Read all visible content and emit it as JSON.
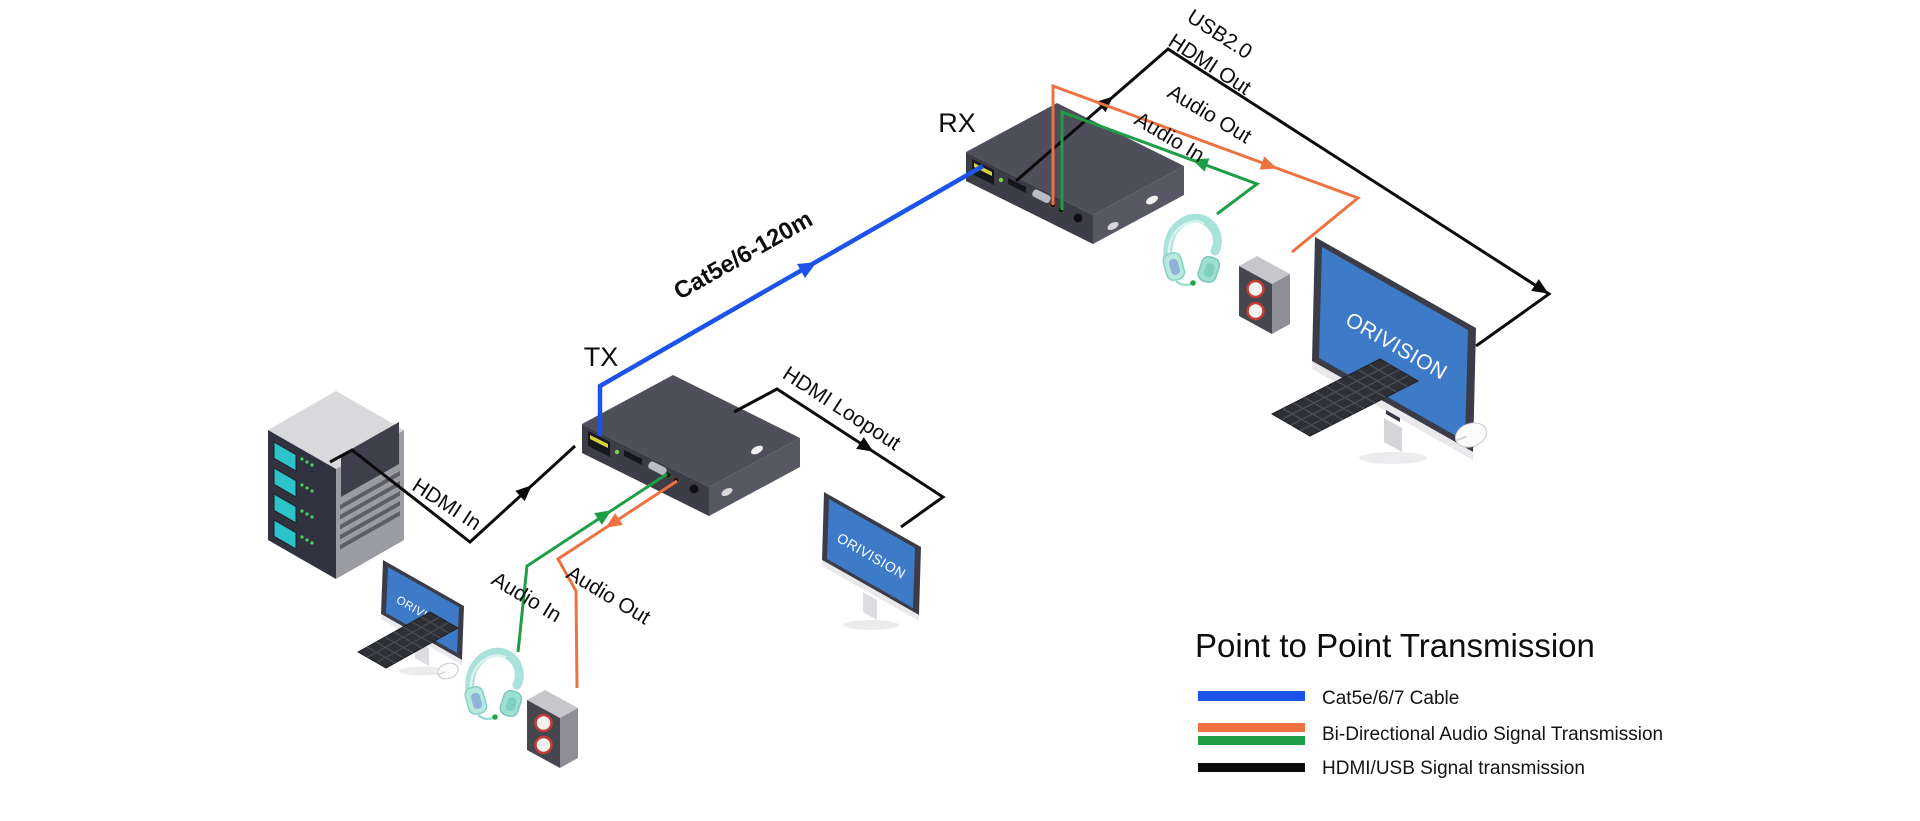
{
  "title": {
    "text": "Point to Point Transmission"
  },
  "legend": {
    "items": [
      {
        "label": "Cat5e/6/7 Cable"
      },
      {
        "label": "Bi-Directional Audio Signal Transmission"
      },
      {
        "label": "HDMI/USB Signal transmission"
      }
    ]
  },
  "devices": {
    "tx_label": "TX",
    "rx_label": "RX",
    "monitor_brand": "ORIVISION"
  },
  "connections": {
    "cat5": "Cat5e/6-120m",
    "hdmi_in": "HDMI In",
    "hdmi_loopout": "HDMI Loopout",
    "usb": "USB2.0",
    "hdmi_out": "HDMI Out",
    "audio_in_left": "Audio In",
    "audio_out_left": "Audio Out",
    "audio_in_right": "Audio In",
    "audio_out_right": "Audio Out"
  },
  "colors": {
    "cat5_blue": "#1C53E9",
    "audio_orange": "#ED7240",
    "audio_green": "#1F9E45",
    "signal_black": "#0B0B0B",
    "title_blue": "#2A61E9",
    "screen_blue": "#3D7AC7"
  }
}
